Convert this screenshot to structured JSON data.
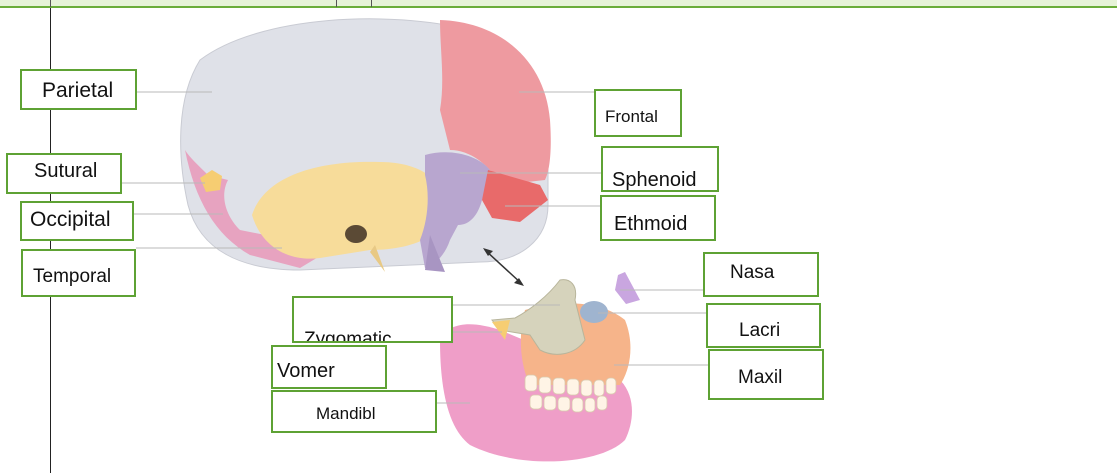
{
  "labels": {
    "parietal": "Parietal",
    "frontal": "Frontal",
    "sutural": "Sutural",
    "sphenoid": "Sphenoid",
    "occipital": "Occipital",
    "ethmoid": "Ethmoid",
    "temporal": "Temporal",
    "nasal": "Nasa",
    "zygomatic": "Zygomatic",
    "lacrimal": "Lacri",
    "vomer": "Vomer",
    "maxilla": "Maxil",
    "mandible": "Mandibl"
  },
  "colors": {
    "label_border": "#5ea234",
    "parietal_bone": "#dfe1e8",
    "frontal_bone": "#ee9aa0",
    "temporal_bone": "#f7dc9a",
    "sphenoid_bone": "#b8a6cf",
    "ethmoid_bone": "#e86a6a",
    "occipital_bone": "#e7a3c0",
    "mandible_bone": "#ef9ec8",
    "zygomatic_bone": "#d6d3bc",
    "maxilla_bone": "#f6b48a",
    "nasal_bone": "#c9a6e0",
    "lacrimal_bone": "#9fb4cf"
  }
}
